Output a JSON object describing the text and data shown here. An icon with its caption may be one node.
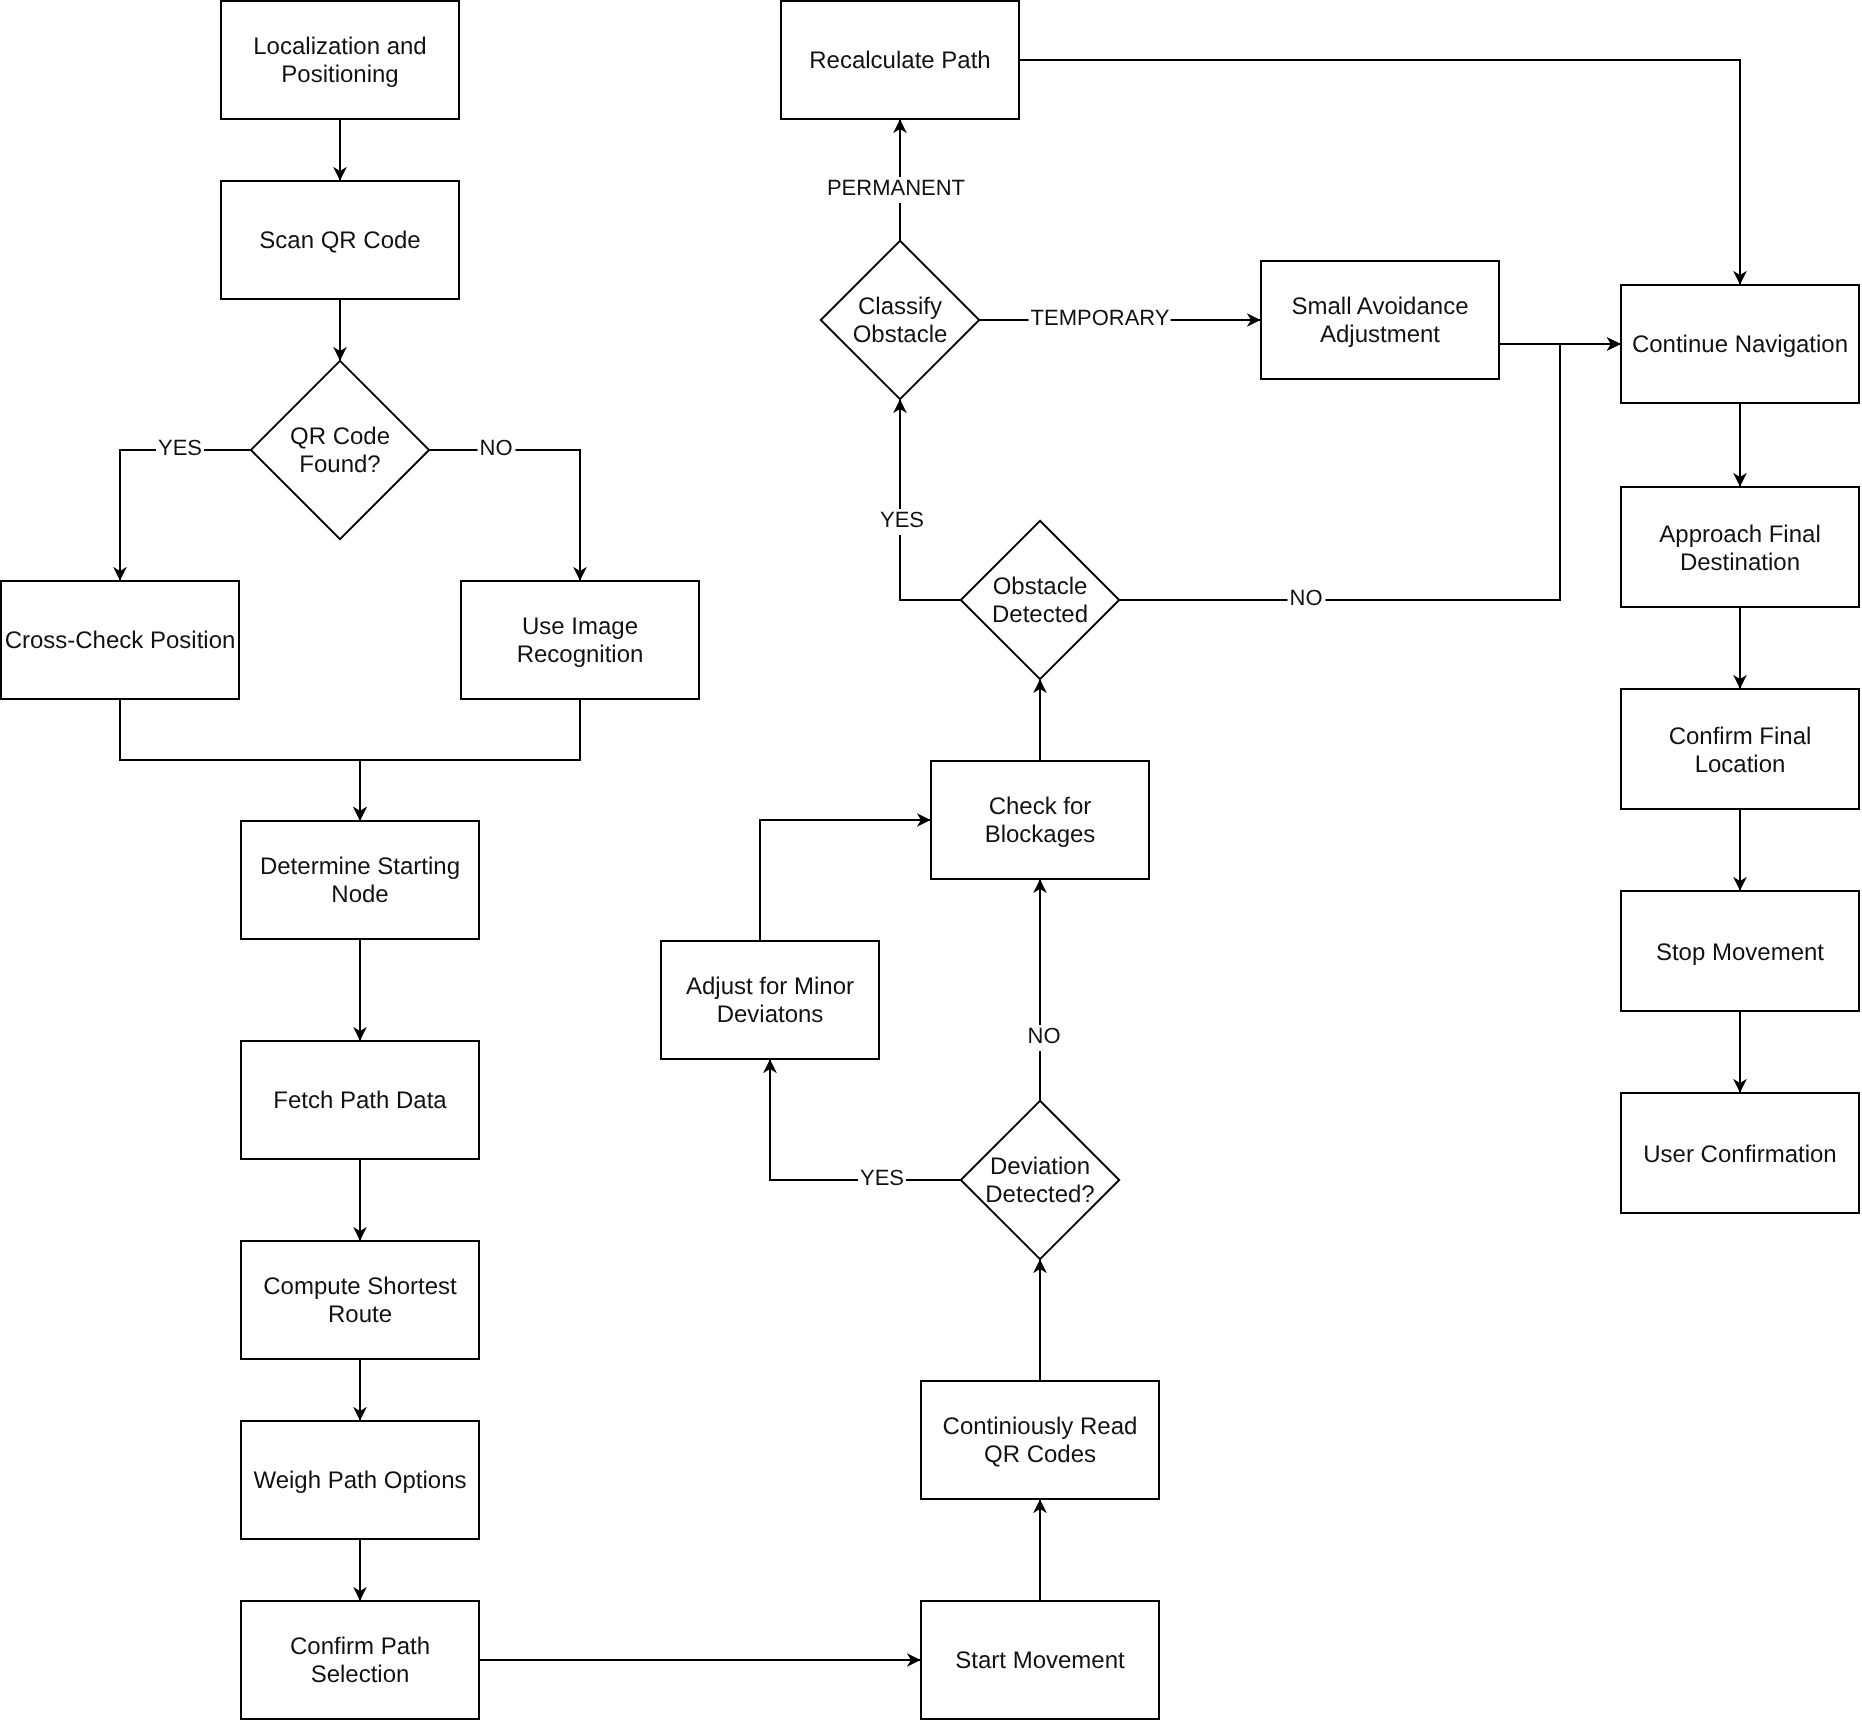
{
  "diagram": {
    "nodes": [
      {
        "text": [
          "Localization and Positioning"
        ]
      },
      {
        "text": [
          "Scan QR Code"
        ]
      },
      {
        "text": [
          "QR Code Found?"
        ]
      },
      {
        "text": [
          "Cross-Check Position"
        ]
      },
      {
        "text": [
          "Use Image Recognition"
        ]
      },
      {
        "text": [
          "Determine Starting Node"
        ]
      },
      {
        "text": [
          "Fetch Path Data"
        ]
      },
      {
        "text": [
          "Compute Shortest Route"
        ]
      },
      {
        "text": [
          "Weigh Path Options"
        ]
      },
      {
        "text": [
          "Confirm Path Selection"
        ]
      },
      {
        "text": [
          "Start Movement"
        ]
      },
      {
        "text": [
          "Continiously Read QR Codes"
        ]
      },
      {
        "text": [
          "Deviation Detected?"
        ]
      },
      {
        "text": [
          "Adjust for Minor Deviatons"
        ]
      },
      {
        "text": [
          "Check for Blockages"
        ]
      },
      {
        "text": [
          "Obstacle Detected"
        ]
      },
      {
        "text": [
          "Classify Obstacle"
        ]
      },
      {
        "text": [
          "Recalculate Path"
        ]
      },
      {
        "text": [
          "Small Avoidance Adjustment"
        ]
      },
      {
        "text": [
          "Continue Navigation"
        ]
      },
      {
        "text": [
          "Approach Final Destination"
        ]
      },
      {
        "text": [
          "Confirm Final Location"
        ]
      },
      {
        "text": [
          "Stop Movement"
        ]
      },
      {
        "text": [
          "User Confirmation"
        ]
      }
    ],
    "edges": [
      {
        "from": 0,
        "to": 1,
        "arrow": "to"
      },
      {
        "from": 1,
        "to": 2,
        "arrow": "to"
      },
      {
        "from": 2,
        "to": 3,
        "arrow": "to",
        "label": "YES"
      },
      {
        "from": 2,
        "to": 4,
        "arrow": "to",
        "label": "NO"
      },
      {
        "from": 3,
        "to": 5,
        "arrow": "to"
      },
      {
        "from": 4,
        "to": 5,
        "arrow": "to"
      },
      {
        "from": 5,
        "to": 6,
        "arrow": "to"
      },
      {
        "from": 6,
        "to": 7,
        "arrow": "to"
      },
      {
        "from": 7,
        "to": 8,
        "arrow": "to"
      },
      {
        "from": 8,
        "to": 9,
        "arrow": "to"
      },
      {
        "from": 9,
        "to": 10,
        "arrow": "to"
      },
      {
        "from": 10,
        "to": 11,
        "arrow": "to"
      },
      {
        "from": 11,
        "to": 12,
        "arrow": "to"
      },
      {
        "from": 12,
        "to": 13,
        "arrow": "to",
        "label": "YES"
      },
      {
        "from": 12,
        "to": 14,
        "arrow": "to",
        "label": "NO"
      },
      {
        "from": 13,
        "to": 14,
        "arrow": "to"
      },
      {
        "from": 14,
        "to": 15,
        "arrow": "to"
      },
      {
        "from": 15,
        "to": 16,
        "arrow": "to",
        "label": "YES"
      },
      {
        "from": 15,
        "to": 19,
        "arrow": "to",
        "label": "NO"
      },
      {
        "from": 16,
        "to": 17,
        "arrow": "to",
        "label": "PERMANENT"
      },
      {
        "from": 16,
        "to": 18,
        "arrow": "to",
        "label": "TEMPORARY"
      },
      {
        "from": 17,
        "to": 19,
        "arrow": "to"
      },
      {
        "from": 18,
        "to": 19,
        "arrow": "to"
      },
      {
        "from": 19,
        "to": 20,
        "arrow": "to"
      },
      {
        "from": 20,
        "to": 21,
        "arrow": "to"
      },
      {
        "from": 21,
        "to": 22,
        "arrow": "to"
      },
      {
        "from": 22,
        "to": 23,
        "arrow": "to"
      }
    ]
  }
}
